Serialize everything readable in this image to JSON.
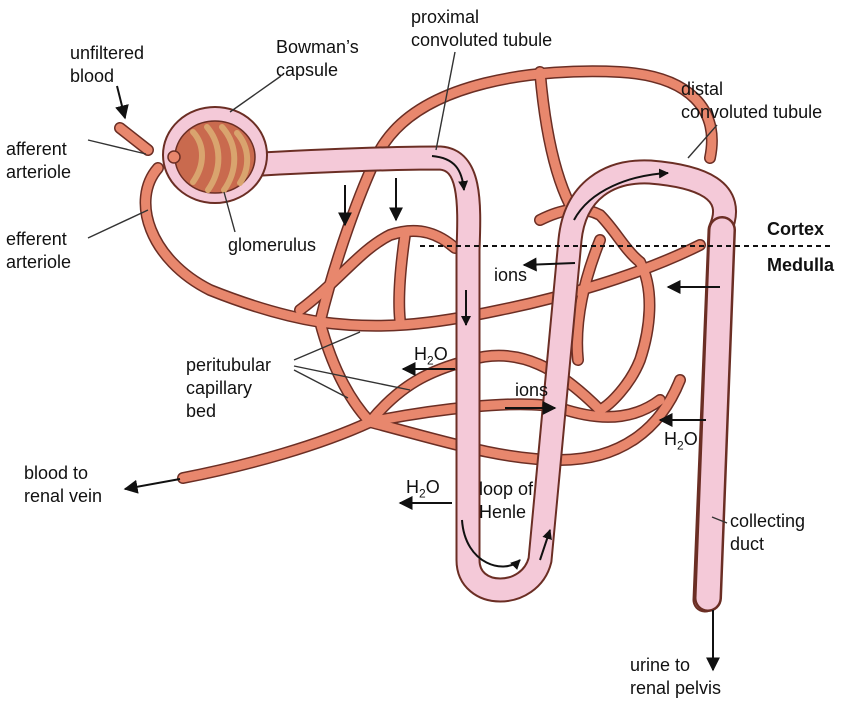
{
  "colors": {
    "vessel": "#e8876d",
    "vessel_outline": "#6b2e24",
    "tubule": "#f4c9d8",
    "glomerulus": "#c96a4e",
    "glomerulus_loops": "#d9a46e",
    "arrow": "#111111"
  },
  "labels": {
    "unfiltered_blood": [
      "unfiltered",
      "blood"
    ],
    "bowmans_capsule": [
      "Bowman’s",
      "capsule"
    ],
    "proximal_tubule": [
      "proximal",
      "convoluted tubule"
    ],
    "distal_tubule": [
      "distal",
      "convoluted tubule"
    ],
    "afferent_arteriole": [
      "afferent",
      "arteriole"
    ],
    "efferent_arteriole": [
      "efferent",
      "arteriole"
    ],
    "glomerulus": "glomerulus",
    "cortex": "Cortex",
    "medulla": "Medulla",
    "ions_upper": "ions",
    "ions_lower": "ions",
    "peritubular_bed": [
      "peritubular",
      "capillary",
      "bed"
    ],
    "blood_to_renal_vein": [
      "blood to",
      "renal vein"
    ],
    "loop_of_henle": [
      "loop of",
      "Henle"
    ],
    "collecting_duct": [
      "collecting",
      "duct"
    ],
    "urine_to_renal_pelvis": [
      "urine to",
      "renal pelvis"
    ],
    "water": {
      "base": "H",
      "subscript": "2",
      "tail": "O"
    }
  }
}
